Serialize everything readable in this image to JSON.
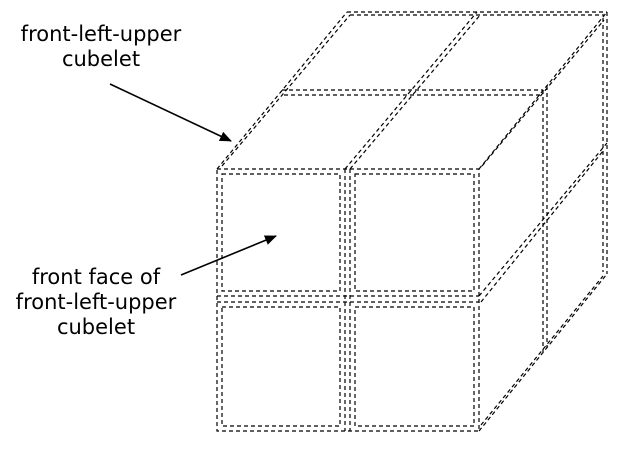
{
  "labels": {
    "upper_cubelet": {
      "line1": "front-left-upper",
      "line2": "cubelet"
    },
    "front_face": {
      "line1": "front face of",
      "line2": "front-left-upper",
      "line3": "cubelet"
    }
  },
  "colors": {
    "stroke": "#000000",
    "background": "#ffffff"
  },
  "style": {
    "edge_style": "dashed double lines"
  }
}
